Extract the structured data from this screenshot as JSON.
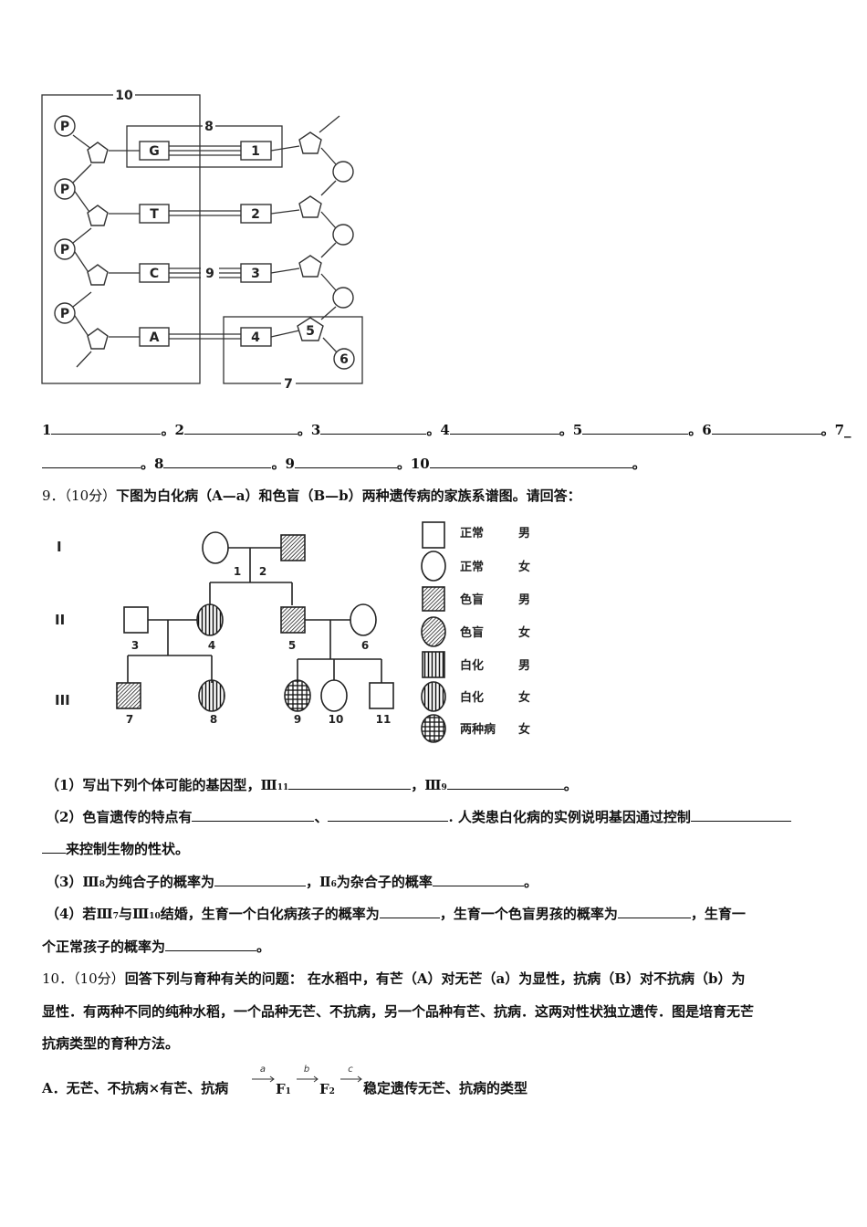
{
  "dna": {
    "label_10": "10",
    "label_8": "8",
    "label_9": "9",
    "label_7": "7",
    "phosphate": "P",
    "left_bases": [
      "G",
      "T",
      "C",
      "A"
    ],
    "right_bases": [
      "1",
      "2",
      "3",
      "4"
    ],
    "sugar_5": "5",
    "phosphate_6": "6"
  },
  "blanks_line1": [
    "1",
    "。2",
    "。3",
    "。4",
    "。5",
    "。6",
    "。7_"
  ],
  "blanks_line2": [
    "。8",
    "。9",
    "。10",
    "。"
  ],
  "q9": {
    "num": "9．（10分）",
    "text": "下图为白化病（A—a）和色盲（B—b）两种遗传病的家族系谱图。请回答："
  },
  "pedigree": {
    "gen": [
      "I",
      "II",
      "III"
    ],
    "ids": [
      "1",
      "2",
      "3",
      "4",
      "5",
      "6",
      "7",
      "8",
      "9",
      "10",
      "11"
    ],
    "legend": [
      {
        "a": "正常",
        "b": "男"
      },
      {
        "a": "正常",
        "b": "女"
      },
      {
        "a": "色盲",
        "b": "男"
      },
      {
        "a": "色盲",
        "b": "女"
      },
      {
        "a": "白化",
        "b": "男"
      },
      {
        "a": "白化",
        "b": "女"
      },
      {
        "a": "两种病",
        "b": "女"
      }
    ]
  },
  "q9_parts": {
    "p1a": "（1）写出下列个体可能的基因型，Ⅲ",
    "p1sub1": "11",
    "p1b": "，Ⅲ",
    "p1sub2": "9",
    "p1c": "。",
    "p2a": "（2）色盲遗传的特点有",
    "p2b": "、",
    "p2c": ". 人类患白化病的实例说明基因通过控制",
    "p2d": "来控制生物的性状。",
    "p3a": "（3）Ⅲ",
    "p3sub1": "8",
    "p3b": "为纯合子的概率为",
    "p3c": "，Ⅱ",
    "p3sub2": "6",
    "p3d": "为杂合子的概率",
    "p3e": "。",
    "p4a": "（4）若Ⅲ",
    "p4sub1": "7",
    "p4b": "与Ⅲ",
    "p4sub2": "10",
    "p4c": "结婚，生育一个白化病孩子的概率为",
    "p4d": "，生育一个色盲男孩的概率为",
    "p4e": "，生育一",
    "p4f": "个正常孩子的概率为",
    "p4g": "。"
  },
  "q10": {
    "num": "10．（10分）",
    "line1": "回答下列与育种有关的问题： 在水稻中，有芒（A）对无芒（a）为显性，抗病（B）对不抗病（b）为",
    "line2": "显性．有两种不同的纯种水稻，一个品种无芒、不抗病，另一个品种有芒、抗病．这两对性状独立遗传．图是培育无芒",
    "line3": "抗病类型的育种方法。",
    "a_label": "A．无芒、不抗病×有芒、抗病",
    "arrow_a": "a",
    "f1": "F",
    "f1sub": "1",
    "arrow_b": "b",
    "f2": "F",
    "f2sub": "2",
    "arrow_c": "c",
    "tail": "稳定遗传无芒、抗病的类型"
  }
}
